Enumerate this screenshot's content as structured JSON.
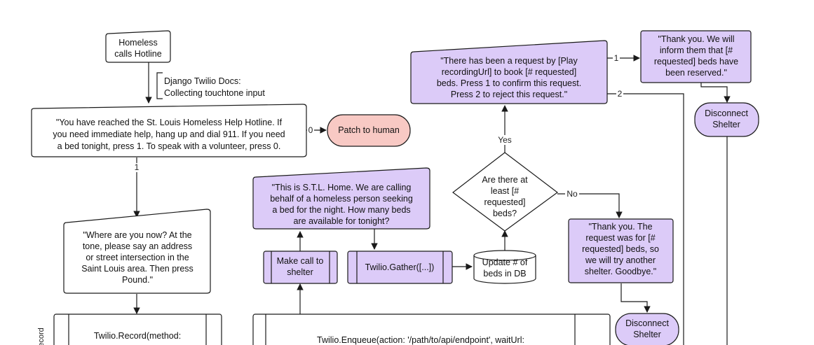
{
  "colors": {
    "purple": "#dccbf8",
    "pink": "#f8c9c4",
    "white": "#ffffff",
    "stroke": "#1a1a1a"
  },
  "nodes": {
    "homeless_calls": [
      "Homeless",
      "calls Hotline"
    ],
    "django_note": [
      "Django Twilio Docs:",
      "Collecting touchtone input"
    ],
    "hotline_msg": [
      "\"You have reached the St. Louis Homeless Help Hotline. If",
      "you need immediate help, hang up and dial 911. If you need",
      "a bed tonight, press 1. To speak with a volunteer, press 0."
    ],
    "patch_human": [
      "Patch to human"
    ],
    "where_are_you": [
      "\"Where are you now? At the",
      "tone, please say an address",
      "or street intersection in the",
      "Saint Louis area. Then press",
      "Pound.\""
    ],
    "twilio_record": [
      "Twilio.Record(method:"
    ],
    "record_side": [
      "ecord"
    ],
    "stl_home": [
      "\"This is S.T.L. Home. We are calling",
      "behalf of a homeless person seeking",
      "a bed for the night. How many beds",
      "are available for tonight?"
    ],
    "make_call": [
      "Make call to",
      "shelter"
    ],
    "gather": [
      "Twilio.Gather([...])"
    ],
    "update_db": [
      "Update # of",
      "beds in DB"
    ],
    "are_there": [
      "Are there at",
      "least [#",
      "requested]",
      "beds?"
    ],
    "request_msg": [
      "\"There has been a request by [Play",
      "recordingUrl] to book [# requested]",
      "beds. Press 1 to confirm this request.",
      "Press 2 to reject this request.\""
    ],
    "thank_you_inform": [
      "\"Thank you. We will",
      "inform them that [#",
      "requested] beds have",
      "been reserved.\""
    ],
    "disconnect_1": [
      "Disconnect",
      "Shelter"
    ],
    "thank_you_try": [
      "\"Thank you. The",
      "request was for [#",
      "requested] beds, so",
      "we will try another",
      "shelter. Goodbye.\""
    ],
    "disconnect_2": [
      "Disconnect",
      "Shelter"
    ],
    "enqueue": [
      "Twilio.Enqueue(action: '/path/to/api/endpoint', waitUrl:"
    ]
  },
  "edge_labels": {
    "zero": "0",
    "one": "1",
    "yes": "Yes",
    "no": "No",
    "confirm": "1",
    "reject": "2"
  }
}
